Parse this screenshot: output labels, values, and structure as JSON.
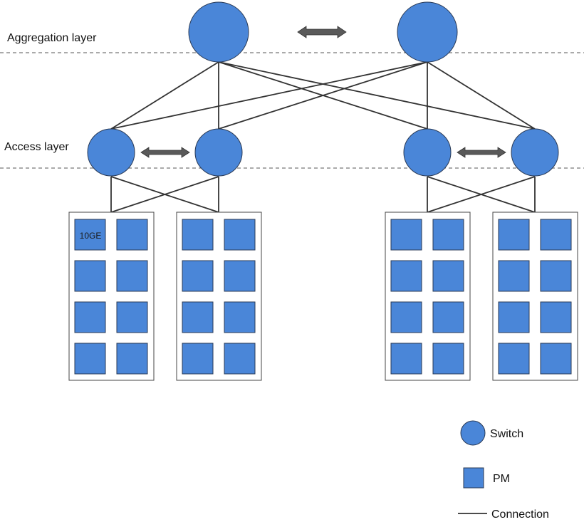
{
  "layers": {
    "aggregation": "Aggregation layer",
    "access": "Access layer"
  },
  "pm_label": "10GE",
  "legend": {
    "switch": "Switch",
    "pm": "PM",
    "connection": "Connection"
  },
  "colors": {
    "node_fill": "#4a86d8",
    "node_stroke": "#2a3a55",
    "line": "#333333",
    "arrow": "#5a5a5a",
    "rack_stroke": "#444444",
    "dash": "#555555"
  },
  "icons": {
    "switch": "circle",
    "pm": "square",
    "sync": "double-arrow"
  }
}
